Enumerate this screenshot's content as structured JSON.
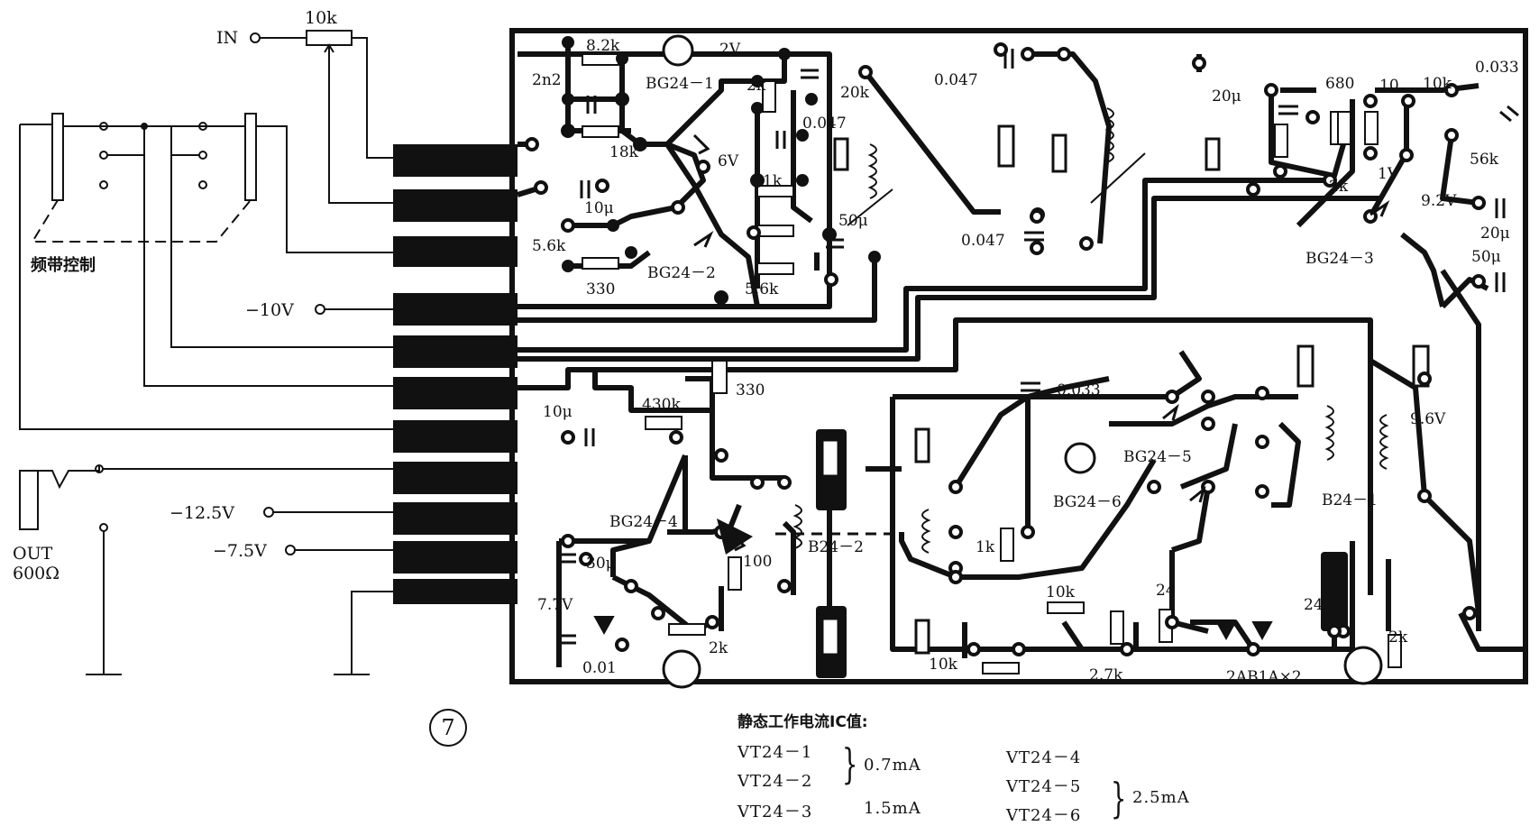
{
  "figure_number": "7",
  "external": {
    "input_label": "IN",
    "input_pot": "10k",
    "band_control": "频带控制",
    "supply_minus10": "−10V",
    "supply_minus12_5": "−12.5V",
    "supply_minus7_5": "−7.5V",
    "output_label": "OUT",
    "output_impedance": "600Ω"
  },
  "components": {
    "r_8_2k": "8.2k",
    "v_2v": "2V",
    "c_2n2": "2n2",
    "q_bg24_1": "BG24－1",
    "r_2k_a": "2k",
    "r_18k": "18k",
    "c_0_047_a": "0.047",
    "v_6v": "6V",
    "r_1k_a": "1k",
    "c_10u_a": "10μ",
    "r_5_6k_a": "5.6k",
    "r_330_a": "330",
    "q_bg24_2": "BG24－2",
    "r_5_6k_b": "5.6k",
    "r_20k": "20k",
    "c_50u_a": "50μ",
    "c_0_047_b": "0.047",
    "c_0_047_c": "0.047",
    "c_20u_a": "20μ",
    "r_680": "680",
    "r_10": "10",
    "r_10k_a": "10k",
    "c_0_033_a": "0.033",
    "r_2k_b": "2k",
    "v_1v": "1V",
    "r_56k": "56k",
    "v_9_2v": "9.2V",
    "c_20u_b": "20μ",
    "q_bg24_3": "BG24－3",
    "c_50u_b": "50μ",
    "c_10u_b": "10μ",
    "r_430k": "430k",
    "r_330_b": "330",
    "c_0_033_b": "0.033",
    "v_9_6v": "9.6V",
    "q_bg24_5": "BG24－5",
    "q_bg24_6": "BG24－6",
    "t_b24_1": "B24－1",
    "q_bg24_4": "BG24－4",
    "c_30u": "30μ",
    "r_100": "100",
    "t_b24_2": "B24－2",
    "r_1k_b": "1k",
    "v_7_7v": "7.7V",
    "r_2k_c": "2k",
    "c_0_01": "0.01",
    "r_10k_b": "10k",
    "r_24_a": "24",
    "r_24_b": "24",
    "r_10k_c": "10k",
    "r_2_7k": "2.7k",
    "d_2ab1a": "2AB1A×2",
    "r_2k_d": "2k"
  },
  "notes": {
    "title": "静态工作电流IC值:",
    "vt1": "VT24－1",
    "vt2": "VT24－2",
    "vt3": "VT24－3",
    "vt4": "VT24－4",
    "vt5": "VT24－5",
    "vt6": "VT24－6",
    "i12": "0.7mA",
    "i3": "1.5mA",
    "i456": "2.5mA"
  }
}
